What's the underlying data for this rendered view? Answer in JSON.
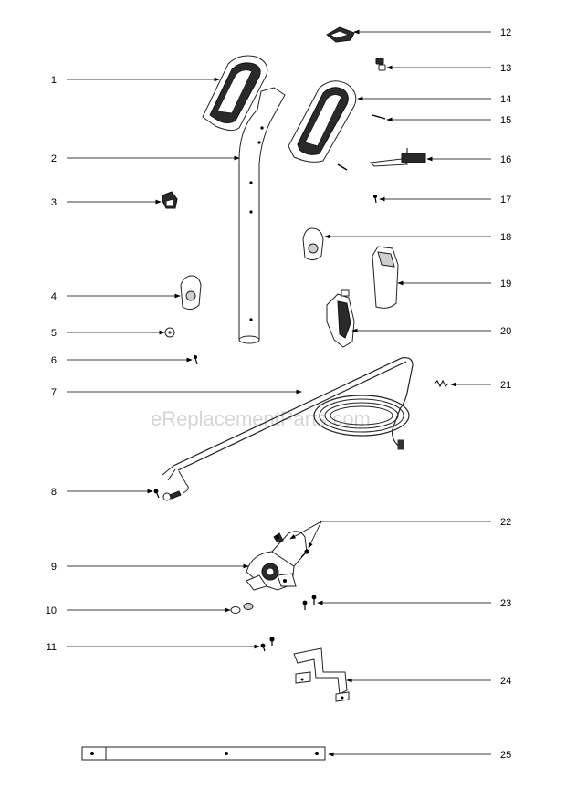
{
  "watermark": "eReplacementParts.com",
  "callouts": {
    "left": [
      "1",
      "2",
      "3",
      "4",
      "5",
      "6",
      "7",
      "8",
      "9",
      "10",
      "11"
    ],
    "right": [
      "12",
      "13",
      "14",
      "15",
      "16",
      "17",
      "18",
      "19",
      "20",
      "21",
      "22",
      "23",
      "24",
      "25"
    ]
  },
  "icons": {
    "handle_cover": "handle-cover-icon",
    "handle_tube": "handle-tube-icon",
    "cord": "power-cord-icon",
    "bracket": "bracket-icon",
    "rail": "rail-icon"
  }
}
